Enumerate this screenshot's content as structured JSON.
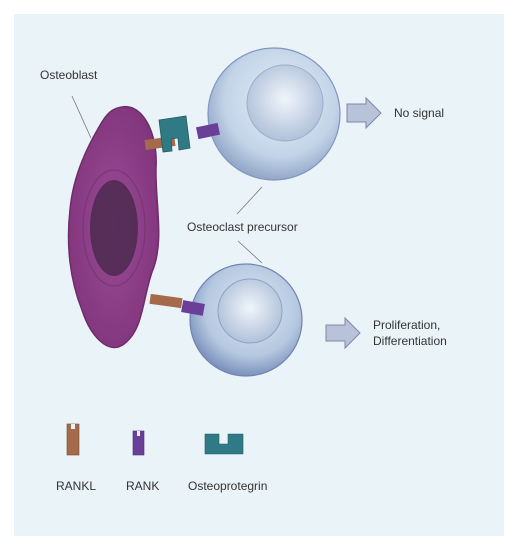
{
  "labels": {
    "osteoblast": "Osteoblast",
    "no_signal": "No signal",
    "osteoclast_precursor": "Osteoclast precursor",
    "proliferation": "Proliferation,",
    "differentiation": "Differentiation"
  },
  "legend": {
    "rankl": "RANKL",
    "rank": "RANK",
    "osteoprotegrin": "Osteoprotegrin"
  },
  "colors": {
    "background": "#eaf3f8",
    "osteoblast": "#8a3f86",
    "nucleus": "#4a2a4e",
    "precursor": "#c8d8ea",
    "rankl": "#a56a4a",
    "rank": "#6a3f9a",
    "osteoprotegrin": "#2f7a85",
    "arrow": "#b8c2d8"
  }
}
